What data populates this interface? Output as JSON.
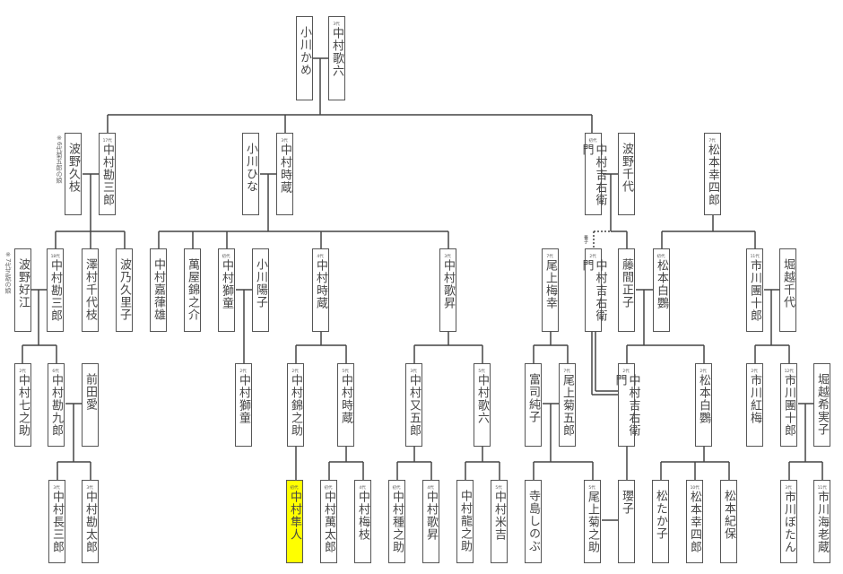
{
  "title": "中村家・松本家・市川家 家系図",
  "highlight_color": "#ffff00",
  "highlighted": "hayato1",
  "notes": {
    "hisae": "※6代菊五郎の娘",
    "yoshie": "※7代芝翫の娘",
    "adopted": "養子"
  },
  "people": {
    "kame": {
      "gen": "",
      "name": "小川かめ"
    },
    "karoku3": {
      "gen": "3代",
      "name": "中村歌六"
    },
    "hisae": {
      "gen": "",
      "name": "波野久枝"
    },
    "kanzaburo17": {
      "gen": "17代",
      "name": "中村勘三郎"
    },
    "hina": {
      "gen": "",
      "name": "小川ひな"
    },
    "tokizo3": {
      "gen": "3代",
      "name": "中村時蔵"
    },
    "kichiemon1": {
      "gen": "初代",
      "name": "中村吉右衛門"
    },
    "chiyo": {
      "gen": "",
      "name": "波野千代"
    },
    "koshiro7": {
      "gen": "7代",
      "name": "松本幸四郎"
    },
    "yoshie": {
      "gen": "",
      "name": "波野好江"
    },
    "kanzaburo18": {
      "gen": "18代",
      "name": "中村勘三郎"
    },
    "chiyoe": {
      "gen": "",
      "name": "澤村千代枝"
    },
    "kuriko": {
      "gen": "",
      "name": "波乃久里子"
    },
    "kaneo": {
      "gen": "",
      "name": "中村嘉葎雄"
    },
    "kinnosukeY": {
      "gen": "",
      "name": "萬屋錦之介"
    },
    "shido1": {
      "gen": "初代",
      "name": "中村獅童"
    },
    "yoko": {
      "gen": "",
      "name": "小川陽子"
    },
    "tokizo4": {
      "gen": "4代",
      "name": "中村時蔵"
    },
    "kasho3": {
      "gen": "3代",
      "name": "中村歌昇"
    },
    "baiko7": {
      "gen": "7代",
      "name": "尾上梅幸"
    },
    "kichiemon2a": {
      "gen": "2代",
      "name": "中村吉右衛門"
    },
    "masako": {
      "gen": "",
      "name": "藤間正子"
    },
    "hakuo1": {
      "gen": "初代",
      "name": "松本白鸚"
    },
    "danjuro11": {
      "gen": "11代",
      "name": "市川團十郎"
    },
    "chiyoH": {
      "gen": "",
      "name": "堀越千代"
    },
    "shichinosuke2": {
      "gen": "2代",
      "name": "中村七之助"
    },
    "kankuro6": {
      "gen": "6代",
      "name": "中村勘九郎"
    },
    "ai": {
      "gen": "",
      "name": "前田愛"
    },
    "shido2": {
      "gen": "2代",
      "name": "中村獅童"
    },
    "kinnosuke2": {
      "gen": "2代",
      "name": "中村錦之助"
    },
    "tokizo5": {
      "gen": "5代",
      "name": "中村時蔵"
    },
    "matagoro3": {
      "gen": "3代",
      "name": "中村又五郎"
    },
    "karoku5": {
      "gen": "5代",
      "name": "中村歌六"
    },
    "sumiko": {
      "gen": "",
      "name": "富司純子"
    },
    "kikugoro7": {
      "gen": "7代",
      "name": "尾上菊五郎"
    },
    "kichiemon2b": {
      "gen": "2代",
      "name": "中村吉右衛門"
    },
    "hakuo2": {
      "gen": "2代",
      "name": "松本白鸚"
    },
    "kobai2": {
      "gen": "2代",
      "name": "市川紅梅"
    },
    "danjuro12": {
      "gen": "12代",
      "name": "市川團十郎"
    },
    "kimiko": {
      "gen": "",
      "name": "堀越希実子"
    },
    "chozaburo3": {
      "gen": "3代",
      "name": "中村長三郎"
    },
    "kantaro3": {
      "gen": "3代",
      "name": "中村勘太郎"
    },
    "hayato1": {
      "gen": "初代",
      "name": "中村隼人"
    },
    "mantaro1": {
      "gen": "初代",
      "name": "中村萬太郎"
    },
    "baishi4": {
      "gen": "4代",
      "name": "中村梅枝"
    },
    "tanenosuke1": {
      "gen": "初代",
      "name": "中村種之助"
    },
    "kasho4": {
      "gen": "4代",
      "name": "中村歌昇"
    },
    "tatsunosuke": {
      "gen": "",
      "name": "中村龍之助"
    },
    "yonekichi5": {
      "gen": "5代",
      "name": "中村米吉"
    },
    "shinobu": {
      "gen": "",
      "name": "寺島しのぶ"
    },
    "kikunosuke5": {
      "gen": "5代",
      "name": "尾上菊之助"
    },
    "yoko2": {
      "gen": "",
      "name": "瓔子"
    },
    "takako": {
      "gen": "",
      "name": "松たか子"
    },
    "koshiro10": {
      "gen": "10代",
      "name": "松本幸四郎"
    },
    "kiho": {
      "gen": "",
      "name": "松本紀保"
    },
    "botan3": {
      "gen": "3代",
      "name": "市川ぼたん"
    },
    "ebizo11": {
      "gen": "11代",
      "name": "市川海老蔵"
    }
  }
}
